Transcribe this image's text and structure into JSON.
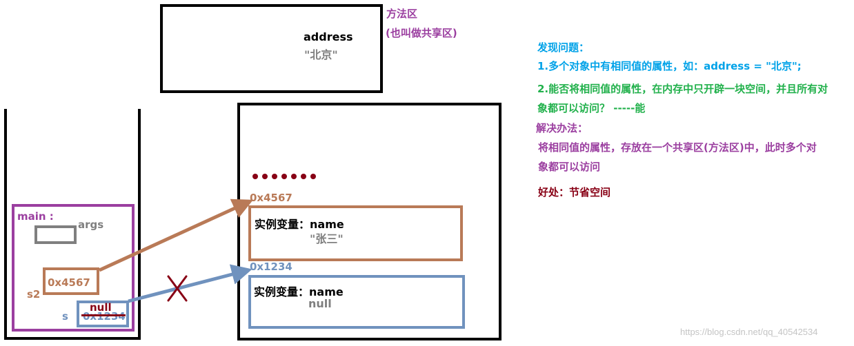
{
  "method_area": {
    "title": "方法区",
    "subtitle": "(也叫做共享区)",
    "variable": "address",
    "value": "\"北京\""
  },
  "stack": {
    "frame_label": "main :",
    "args_label": "args",
    "s2_label": "s2",
    "s2_value": "0x4567",
    "s_label": "s",
    "s_value_old": "0x1234",
    "s_value_new": "null"
  },
  "heap": {
    "ellipsis": "•••••••",
    "objects": [
      {
        "address": "0x4567",
        "field": "实例变量：name",
        "value": "\"张三\""
      },
      {
        "address": "0x1234",
        "field": "实例变量：name",
        "value": "null"
      }
    ]
  },
  "notes": {
    "problem_title": "发现问题：",
    "problem_1": "1.多个对象中有相同值的属性，如：address = \"北京\";",
    "problem_2_line1": "2.能否将相同值的属性，在内存中只开辟一块空间，并且所有对",
    "problem_2_line2": "象都可以访问？  -----能",
    "solution_title": "解决办法：",
    "solution_line1": "将相同值的属性，存放在一个共享区(方法区)中，此时多个对",
    "solution_line2": "象都可以访问",
    "benefit": "好处：节省空间"
  },
  "colors": {
    "purple": "#9b3fa0",
    "brown": "#b97a57",
    "blue": "#7092be",
    "gray": "#7f7f7f",
    "darkred": "#880015",
    "cyan": "#00a2e8",
    "green": "#22b14c"
  },
  "watermark": "https://blog.csdn.net/qq_40542534"
}
